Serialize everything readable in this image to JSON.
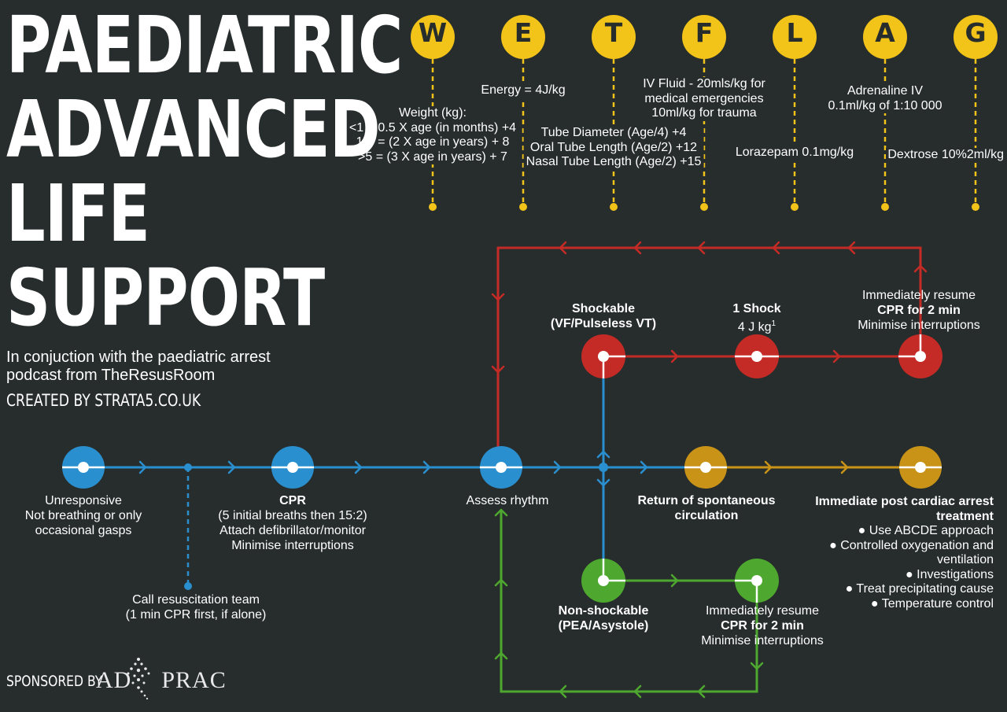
{
  "title": {
    "lines": [
      "PAEDIATRIC",
      "ADVANCED",
      "LIFE",
      "SUPPORT"
    ],
    "subtitle": "In conjuction with the paediatric arrest podcast from TheResusRoom",
    "created_by": "CREATED BY STRATA5.CO.UK"
  },
  "sponsor": {
    "label": "SPONSORED BY",
    "brand_left": "AD",
    "brand_right": "PRAC"
  },
  "wetflag": {
    "letters": [
      "W",
      "E",
      "T",
      "F",
      "L",
      "A",
      "G"
    ],
    "w": [
      "Weight (kg):",
      "<1 = 0.5 X  age (in months) +4",
      "1-5 = (2 X age in years) + 8",
      ">5 = (3 X age in years) + 7"
    ],
    "e": [
      "Energy = 4J/kg"
    ],
    "t": [
      "Tube Diameter (Age/4) +4",
      "Oral Tube Length (Age/2) +12",
      "Nasal Tube Length (Age/2) +15"
    ],
    "f": [
      "IV Fluid - 20mls/kg for",
      "medical emergencies",
      "10ml/kg for trauma"
    ],
    "l": [
      "Lorazepam 0.1mg/kg"
    ],
    "a": [
      "Adrenaline IV",
      "0.1ml/kg of 1:10 000"
    ],
    "g": [
      "Dextrose 10%2ml/kg"
    ]
  },
  "flow": {
    "unresponsive": [
      "Unresponsive",
      "Not breathing or only",
      "occasional gasps"
    ],
    "call_team": [
      "Call resuscitation team",
      "(1 min CPR first, if alone)"
    ],
    "cpr_title": "CPR",
    "cpr": [
      "(5 initial breaths then 15:2)",
      "Attach defibrillator/monitor",
      "Minimise interruptions"
    ],
    "assess": "Assess rhythm",
    "shockable": [
      "Shockable",
      "(VF/Pulseless VT)"
    ],
    "shock_title": "1 Shock",
    "shock_dose": "4 J kg",
    "shock_sup": "1",
    "resume_top": [
      "Immediately resume",
      "CPR for 2 min",
      "Minimise interruptions"
    ],
    "rosc": [
      "Return of spontaneous",
      "circulation"
    ],
    "post_title": [
      "Immediate post cardiac arrest",
      "treatment"
    ],
    "post_items": [
      "● Use ABCDE approach",
      "● Controlled oxygenation and",
      "ventilation",
      "● Investigations",
      "● Treat precipitating cause",
      "● Temperature control"
    ],
    "non_shockable": [
      "Non-shockable",
      "(PEA/Asystole)"
    ],
    "resume_bottom": [
      "Immediately resume",
      "CPR for 2 min",
      "Minimise interruptions"
    ]
  },
  "colors": {
    "background": "#272d2c",
    "blue": "#2a8fce",
    "red": "#c42b26",
    "green": "#4ea82f",
    "gold": "#c99318",
    "yellow": "#f2c319"
  }
}
